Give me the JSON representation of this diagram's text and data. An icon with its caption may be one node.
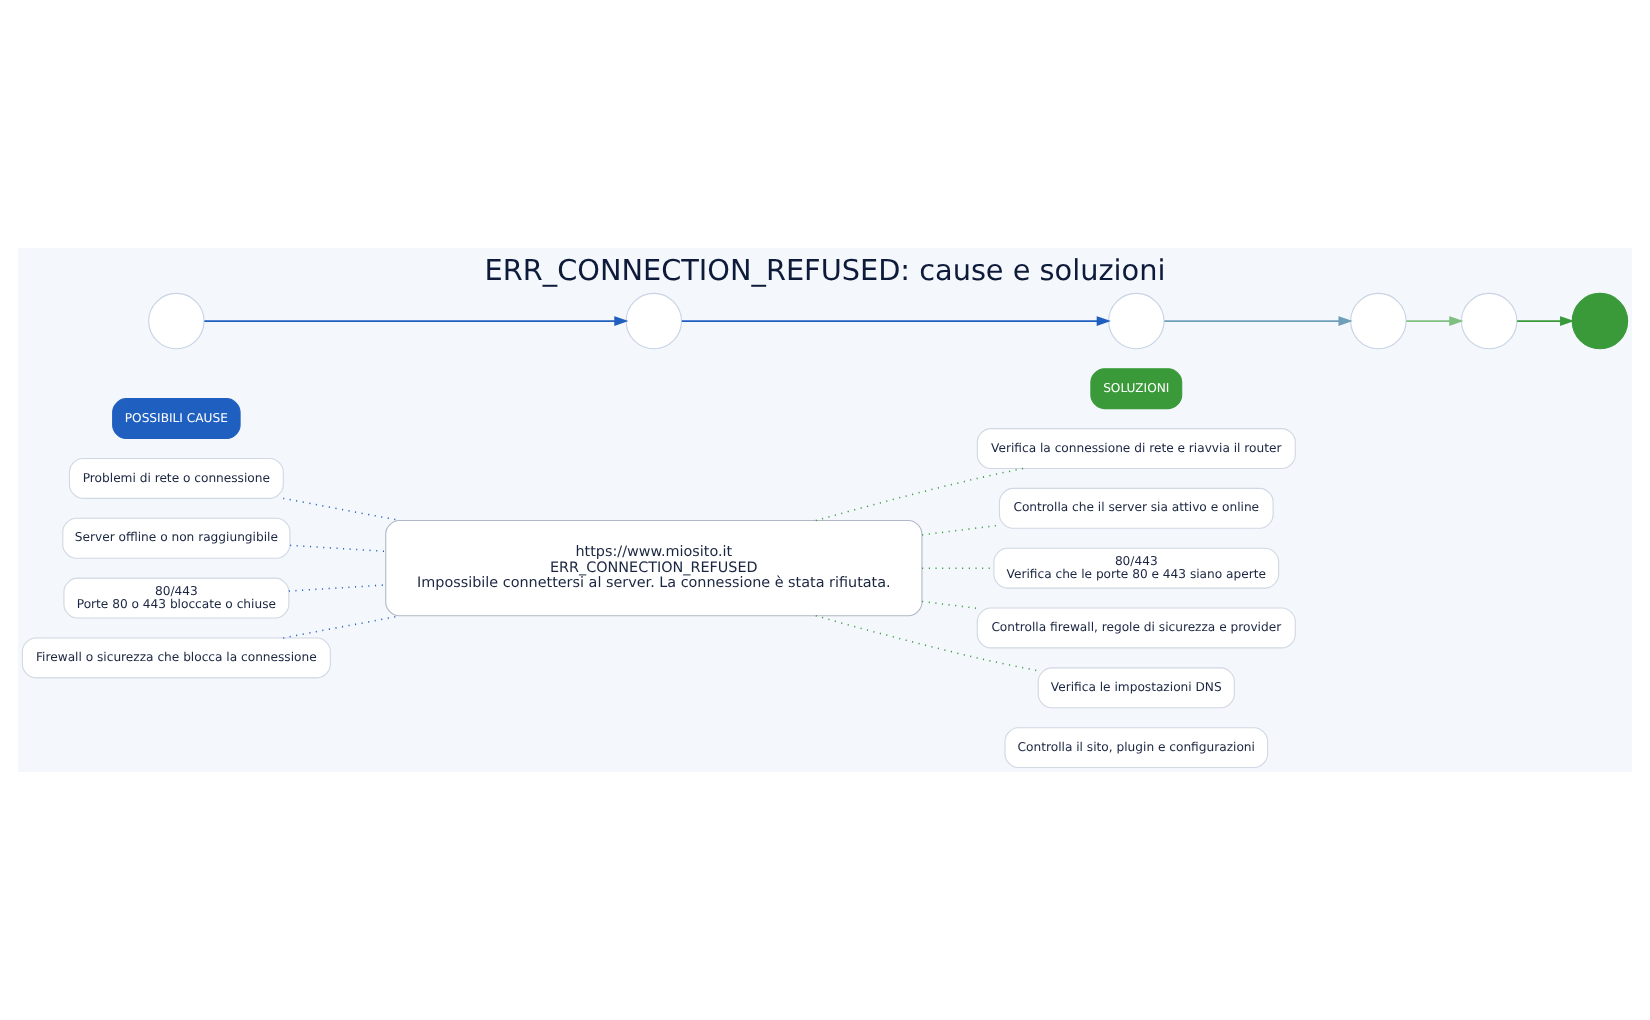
{
  "diagram": {
    "title": "ERR_CONNECTION_REFUSED: cause e soluzioni",
    "nodes": [
      {
        "text": [
          "POSSIBILI CAUSE"
        ]
      },
      {
        "text": [
          "Problemi di rete o connessione"
        ]
      },
      {
        "text": [
          "Server offline o non raggiungibile"
        ]
      },
      {
        "text": [
          "80/443",
          "Porte 80 o 443 bloccate o chiuse"
        ]
      },
      {
        "text": [
          "Firewall o sicurezza che blocca la connessione"
        ]
      },
      {
        "text": [
          "https://www.miosito.it",
          "ERR_CONNECTION_REFUSED",
          "Impossibile connettersi al server. La connessione è stata rifiutata."
        ]
      },
      {
        "text": [
          "SOLUZIONI"
        ]
      },
      {
        "text": [
          "Verifica la connessione di rete e riavvia il router"
        ]
      },
      {
        "text": [
          "Controlla che il server sia attivo e online"
        ]
      },
      {
        "text": [
          "80/443",
          "Verifica che le porte 80 e 443 siano aperte"
        ]
      },
      {
        "text": [
          "Controlla firewall, regole di sicurezza e provider"
        ]
      },
      {
        "text": [
          "Verifica le impostazioni DNS"
        ]
      },
      {
        "text": [
          "Controlla il sito, plugin e configurazioni"
        ]
      },
      {
        "text": [],
        "shape": "circle"
      },
      {
        "text": [],
        "shape": "circle"
      },
      {
        "text": [],
        "shape": "circle"
      },
      {
        "text": [],
        "shape": "circle"
      },
      {
        "text": [],
        "shape": "circle"
      },
      {
        "text": [],
        "shape": "circle"
      }
    ],
    "edges": [
      {
        "from": 1,
        "to": 5,
        "arrow": "none",
        "style": "dashed",
        "color": "#1f5fbf"
      },
      {
        "from": 2,
        "to": 5,
        "arrow": "none",
        "style": "dashed",
        "color": "#1f5fbf"
      },
      {
        "from": 3,
        "to": 5,
        "arrow": "none",
        "style": "dashed",
        "color": "#1f5fbf"
      },
      {
        "from": 4,
        "to": 5,
        "arrow": "none",
        "style": "dashed",
        "color": "#1f5fbf"
      },
      {
        "from": 5,
        "to": 7,
        "arrow": "none",
        "style": "dashed",
        "color": "#3a9a3a"
      },
      {
        "from": 5,
        "to": 8,
        "arrow": "none",
        "style": "dashed",
        "color": "#3a9a3a"
      },
      {
        "from": 5,
        "to": 9,
        "arrow": "none",
        "style": "dashed",
        "color": "#3a9a3a"
      },
      {
        "from": 5,
        "to": 10,
        "arrow": "none",
        "style": "dashed",
        "color": "#3a9a3a"
      },
      {
        "from": 5,
        "to": 11,
        "arrow": "none",
        "style": "dashed",
        "color": "#3a9a3a"
      },
      {
        "from": 13,
        "to": 14,
        "arrow": "to",
        "color": "#1f5fbf"
      },
      {
        "from": 14,
        "to": 15,
        "arrow": "to",
        "color": "#1f5fbf"
      },
      {
        "from": 15,
        "to": 16,
        "arrow": "to",
        "color": "#6f9fb8"
      },
      {
        "from": 16,
        "to": 17,
        "arrow": "to",
        "color": "#7fbf7f"
      },
      {
        "from": 17,
        "to": 18,
        "arrow": "to",
        "color": "#3a9a3a"
      }
    ]
  }
}
